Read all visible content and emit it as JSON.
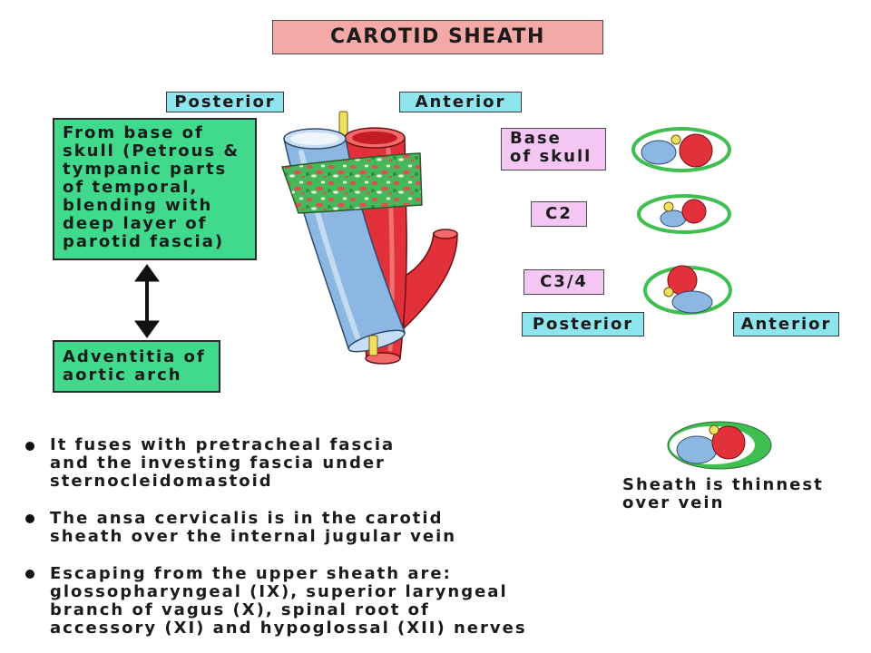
{
  "title": "CAROTID SHEATH",
  "orientation_labels": {
    "top_posterior": "Posterior",
    "top_anterior": "Anterior",
    "bottom_posterior": "Posterior",
    "bottom_anterior": "Anterior"
  },
  "origin_box": {
    "lines": [
      "From base of",
      "skull (Petrous &",
      "tympanic parts",
      "of temporal,",
      "blending with",
      "deep layer of",
      "parotid fascia)"
    ]
  },
  "insertion_box": {
    "lines": [
      "Adventitia of",
      "aortic arch"
    ]
  },
  "levels": [
    {
      "lines": [
        "Base",
        "of skull"
      ]
    },
    {
      "lines": [
        "C2"
      ]
    },
    {
      "lines": [
        "C3/4"
      ]
    }
  ],
  "bullets": [
    {
      "lines": [
        "It fuses with pretracheal fascia",
        "and the investing fascia under",
        "sternocleidomastoid"
      ]
    },
    {
      "lines": [
        "The ansa cervicalis is in the carotid",
        "sheath over the internal jugular vein"
      ]
    },
    {
      "lines": [
        "Escaping from the upper sheath are:",
        "glossopharyngeal (IX), superior laryngeal",
        "branch of vagus (X), spinal root of",
        "accessory (XI) and hypoglossal (XII) nerves"
      ]
    }
  ],
  "caption": {
    "lines": [
      "Sheath is thinnest",
      "over vein"
    ]
  },
  "colors": {
    "title_bg": "#f4a9a6",
    "label_cyan": "#8fe5ee",
    "box_green": "#41d98b",
    "level_pink": "#f3c6f3",
    "vein": "#8db7e3",
    "artery": "#e3313b",
    "nerve": "#f2df60",
    "sheath": "#3fbf4f"
  }
}
